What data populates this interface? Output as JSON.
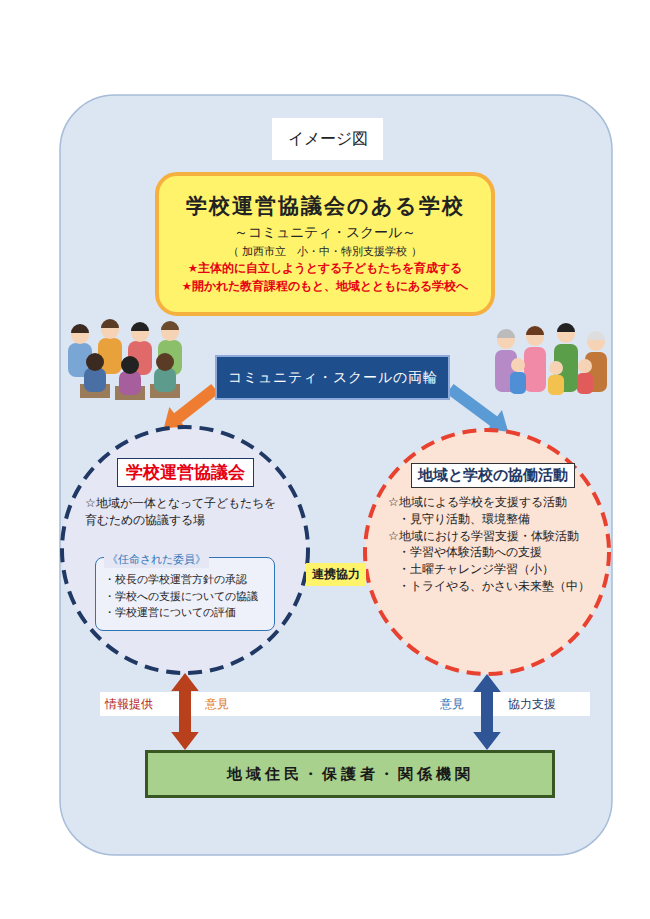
{
  "diagram": {
    "title": "イメージ図",
    "nodes": [
      {
        "text": [
          "学校運営協議会のある学校",
          "～コミュニティ・スクール～",
          "（ 加西市立　小・中・特別支援学校 ）",
          "★主体的に自立しようとする子どもたちを育成する",
          "★開かれた教育課程のもと、地域とともにある学校へ"
        ]
      },
      {
        "text": [
          "コミュニティ・スクールの両輪"
        ]
      },
      {
        "text": [
          "学校運営協議会",
          "☆地域が一体となって子どもたちを育むための協議する場"
        ]
      },
      {
        "text": [
          "《任命された委員》",
          "・校長の学校運営方針の承認",
          "・学校への支援についての協議",
          "・学校運営についての評価"
        ],
        "in": 2
      },
      {
        "text": [
          "地域と学校の協働活動",
          "☆地域による学校を支援する活動",
          "・見守り活動、環境整備",
          "☆地域における学習支援・体験活動",
          "・学習や体験活動への支援",
          "・土曜チャレンジ学習（小）",
          "・トライやる、かさい未来塾（中）"
        ]
      },
      {
        "text": [
          "地域住民・保護者・関係機関"
        ]
      }
    ],
    "edges": [
      {
        "from": 1,
        "to": 2,
        "arrow": "to"
      },
      {
        "from": 1,
        "to": 4,
        "arrow": "to"
      },
      {
        "from": 2,
        "to": 5,
        "arrow": "both"
      },
      {
        "from": 4,
        "to": 5,
        "arrow": "both"
      },
      {
        "from": 2,
        "to": 4,
        "label": "連携協力",
        "arrow": "none"
      }
    ],
    "labels": [
      "情報提供",
      "意見",
      "意見",
      "協力支援"
    ]
  }
}
